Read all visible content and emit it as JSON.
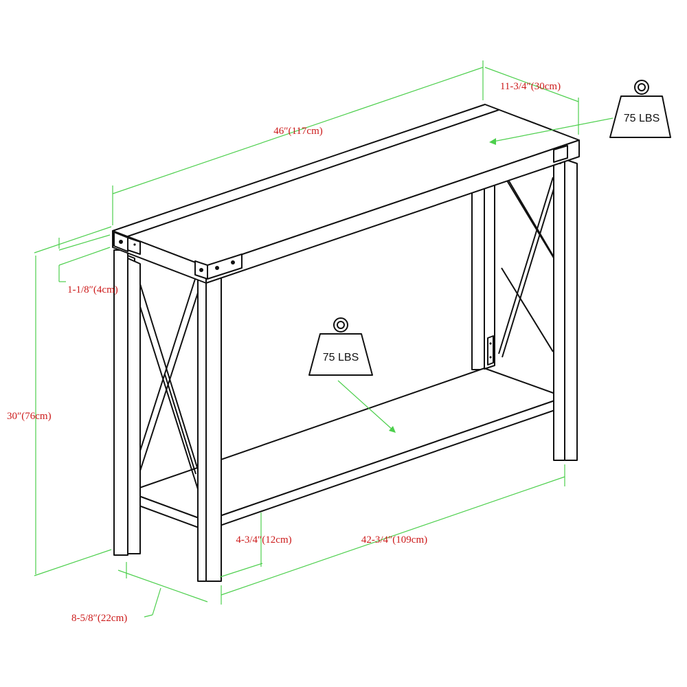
{
  "dimensions": {
    "width": "46″(117cm)",
    "depth": "11-3/4″(30cm)",
    "top_thickness": "1-1/8″(4cm)",
    "height": "30″(76cm)",
    "shelf_clearance": "4-3/4″(12cm)",
    "shelf_length": "42-3/4″(109cm)",
    "shelf_depth": "8-5/8″(22cm)"
  },
  "weight_badges": {
    "top": "75 LBS",
    "shelf": "75 LBS"
  },
  "colors": {
    "dimension_text": "#cc1a1a",
    "dimension_lines": "#4ccf4c",
    "outline": "#111111"
  }
}
